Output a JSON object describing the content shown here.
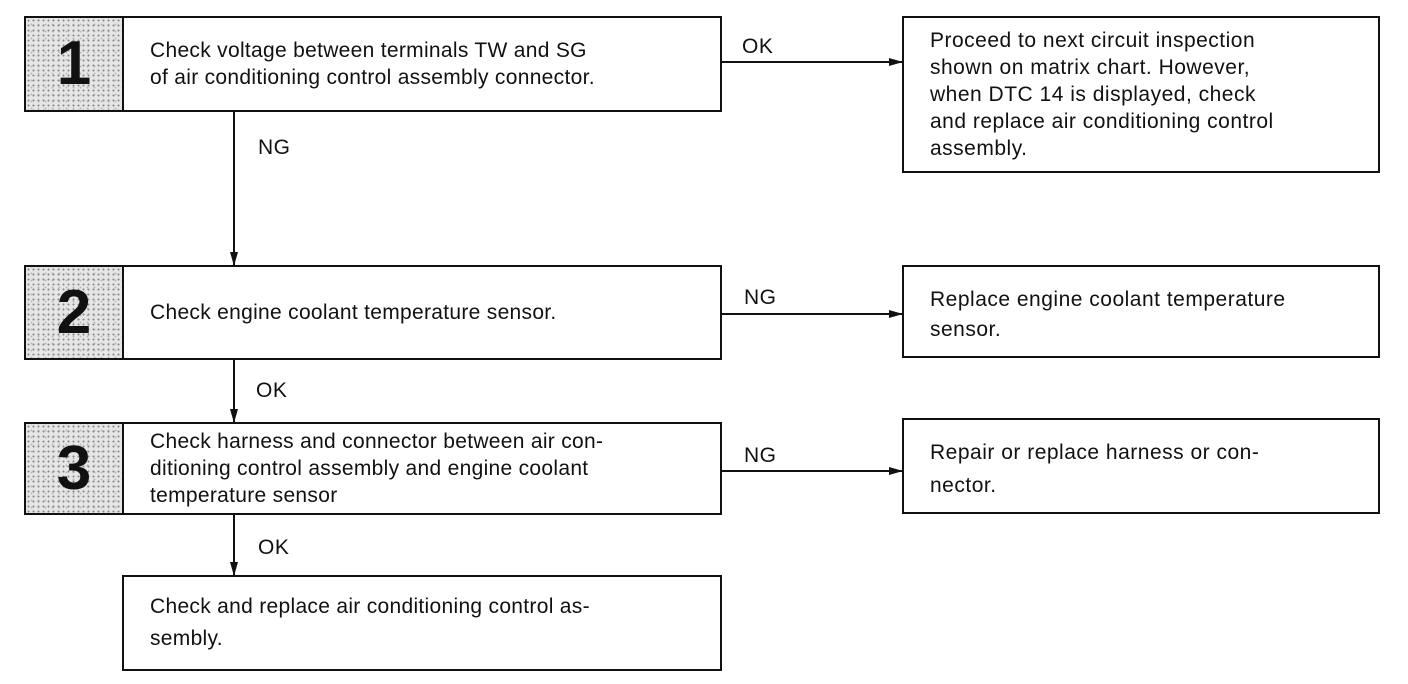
{
  "steps": [
    {
      "number": "1",
      "text": "Check voltage between terminals TW and SG\nof air conditioning control assembly connector."
    },
    {
      "number": "2",
      "text": "Check engine coolant temperature sensor."
    },
    {
      "number": "3",
      "text": "Check harness and connector between air con-\nditioning control assembly and engine coolant\ntemperature sensor"
    }
  ],
  "results": [
    {
      "text": "Proceed to next circuit inspection\nshown on matrix chart. However,\nwhen DTC 14 is displayed, check\nand replace air conditioning control\nassembly."
    },
    {
      "text": "Replace engine coolant temperature\nsensor."
    },
    {
      "text": "Repair or replace harness or con-\nnector."
    }
  ],
  "final": {
    "text": "Check and replace air conditioning control as-\nsembly."
  },
  "labels": {
    "s1_ok": "OK",
    "s1_ng": "NG",
    "s2_ng": "NG",
    "s2_ok": "OK",
    "s3_ng": "NG",
    "s3_ok": "OK"
  }
}
